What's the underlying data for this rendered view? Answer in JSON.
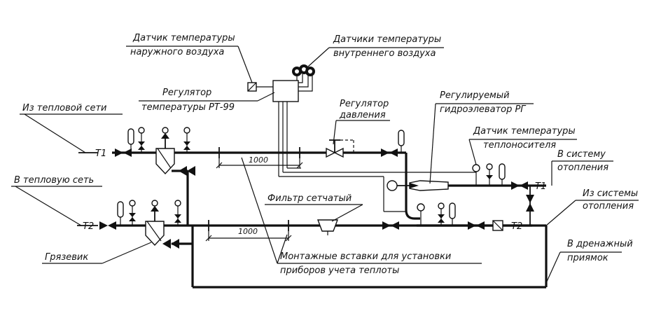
{
  "labels": {
    "outdoor_sensor_1": "Датчик температуры",
    "outdoor_sensor_2": "наружного воздуха",
    "indoor_sensors_1": "Датчики температуры",
    "indoor_sensors_2": "внутреннего воздуха",
    "regulator_1": "Регулятор",
    "regulator_2": "температуры РТ-99",
    "from_network": "Из тепловой сети",
    "to_network": "В тепловую сеть",
    "pressure_reg_1": "Регулятор",
    "pressure_reg_2": "давления",
    "elevator_1": "Регулируемый",
    "elevator_2": "гидроэлеватор РГ",
    "coolant_sensor_1": "Датчик температуры",
    "coolant_sensor_2": "теплоносителя",
    "to_system_1": "В систему",
    "to_system_2": "отопления",
    "from_system_1": "Из системы",
    "from_system_2": "отопления",
    "filter": "Фильтр сетчатый",
    "drain_1": "В дренажный",
    "drain_2": "приямок",
    "mudtrap": "Грязевик",
    "inserts_1": "Монтажные вставки для установки",
    "inserts_2": "приборов учета теплоты"
  },
  "pipe_tags": {
    "t1_left": "Т1",
    "t2_left": "Т2",
    "t1_right": "Т1",
    "t2_right": "Т2"
  },
  "dimensions": {
    "upper_insert": "1000",
    "lower_insert": "1000"
  }
}
